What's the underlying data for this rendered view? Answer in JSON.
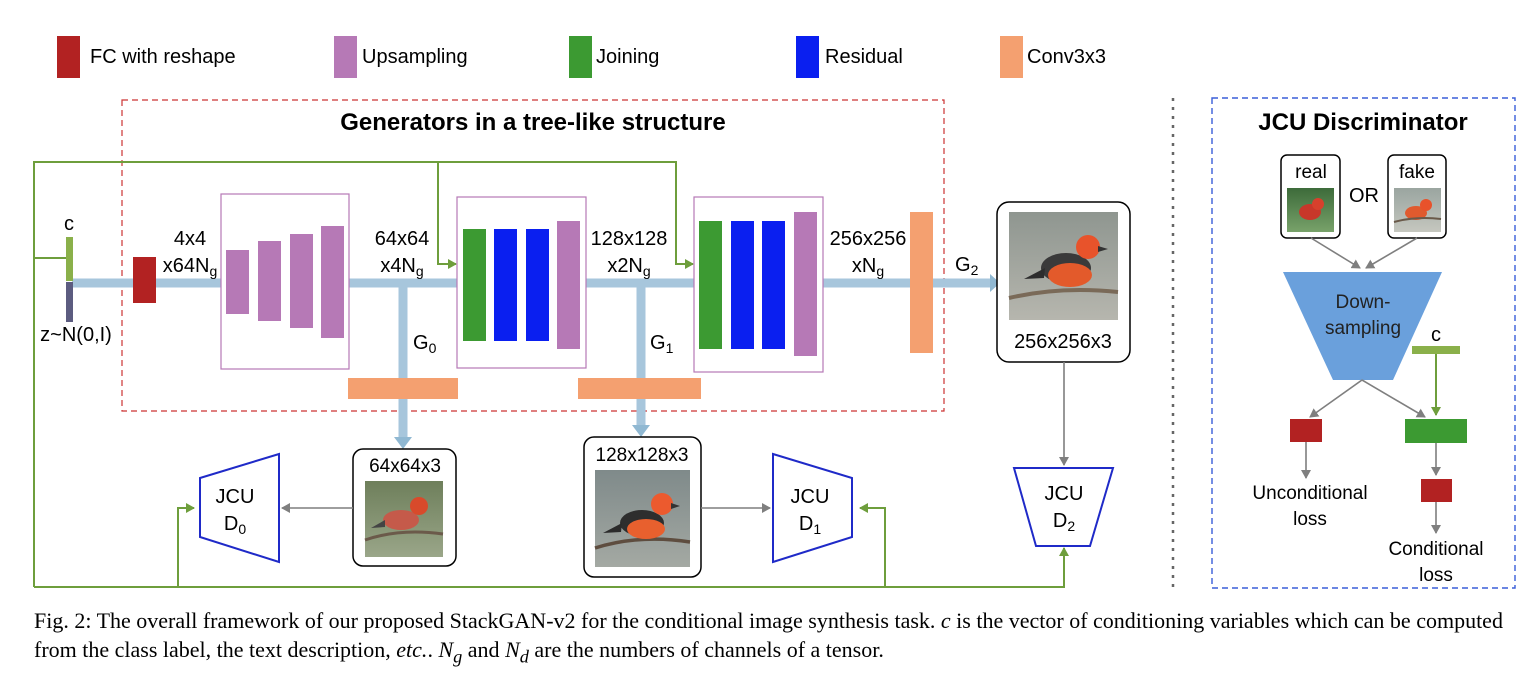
{
  "legend": [
    {
      "label": "FC with reshape",
      "color": "#b22222"
    },
    {
      "label": "Upsampling",
      "color": "#b679b6"
    },
    {
      "label": "Joining",
      "color": "#3c9a32"
    },
    {
      "label": "Residual",
      "color": "#0a1ff0"
    },
    {
      "label": "Conv3x3",
      "color": "#f4a070"
    }
  ],
  "generators": {
    "title": "Generators in a tree-like structure",
    "c_label": "c",
    "z_label": "z~N(0,I)",
    "size_0": {
      "a": "4x4",
      "b": "x64N",
      "sub": "g"
    },
    "size_1": {
      "a": "64x64",
      "b": "x4N",
      "sub": "g"
    },
    "size_2": {
      "a": "128x128",
      "b": "x2N",
      "sub": "g"
    },
    "size_3": {
      "a": "256x256",
      "b": "xN",
      "sub": "g"
    },
    "g0": {
      "base": "G",
      "sub": "0"
    },
    "g1": {
      "base": "G",
      "sub": "1"
    },
    "g2": {
      "base": "G",
      "sub": "2"
    }
  },
  "outputs": {
    "img0": "64x64x3",
    "img1": "128x128x3",
    "img2": "256x256x3"
  },
  "discriminators": {
    "d0": {
      "top": "JCU",
      "base": "D",
      "sub": "0"
    },
    "d1": {
      "top": "JCU",
      "base": "D",
      "sub": "1"
    },
    "d2": {
      "top": "JCU",
      "base": "D",
      "sub": "2"
    }
  },
  "jcu": {
    "title": "JCU Discriminator",
    "real": "real",
    "or": "OR",
    "fake": "fake",
    "down1": "Down-",
    "down2": "sampling",
    "c_label": "c",
    "uncond1": "Unconditional",
    "uncond2": "loss",
    "cond1": "Conditional",
    "cond2": "loss"
  },
  "caption": {
    "p1": "Fig. 2: The overall framework of our proposed StackGAN-v2 for the conditional image synthesis task. ",
    "c": "c",
    "p2": " is the vector of conditioning variables which can be computed from the class label, the text description, ",
    "etc": "etc.",
    "p3": ". ",
    "ng": "N",
    "ng_sub": "g",
    "and": " and ",
    "nd": "N",
    "nd_sub": "d",
    "p4": " are the numbers of channels of a tensor."
  }
}
